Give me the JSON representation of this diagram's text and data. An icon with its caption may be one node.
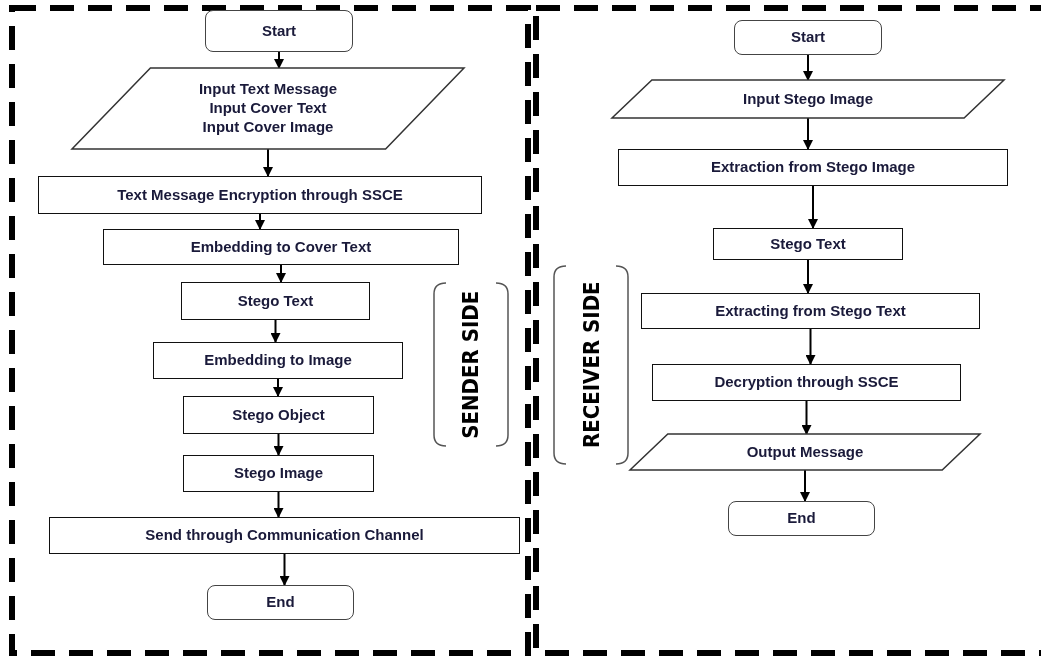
{
  "diagram": {
    "nodes": [
      {
        "text": [
          "Start"
        ]
      },
      {
        "text": [
          "Input Text Message",
          "Input Cover Text",
          "Input Cover Image"
        ]
      },
      {
        "text": [
          "Text Message Encryption through SSCE"
        ]
      },
      {
        "text": [
          "Embedding to Cover Text"
        ]
      },
      {
        "text": [
          "Stego Text"
        ]
      },
      {
        "text": [
          "Embedding to Image"
        ]
      },
      {
        "text": [
          "Stego Object"
        ]
      },
      {
        "text": [
          "Stego Image"
        ]
      },
      {
        "text": [
          "Send through Communication Channel"
        ]
      },
      {
        "text": [
          "End"
        ]
      },
      {
        "text": [
          "SENDER SIDE"
        ]
      },
      {
        "text": [
          "Start"
        ]
      },
      {
        "text": [
          "Input Stego Image"
        ]
      },
      {
        "text": [
          "Extraction from Stego Image"
        ]
      },
      {
        "text": [
          "Stego Text"
        ]
      },
      {
        "text": [
          "Extracting from Stego Text"
        ]
      },
      {
        "text": [
          "Decryption through SSCE"
        ]
      },
      {
        "text": [
          "Output Message"
        ]
      },
      {
        "text": [
          "End"
        ]
      },
      {
        "text": [
          "RECEIVER SIDE"
        ]
      }
    ],
    "edges": [
      {
        "from": 0,
        "to": 1,
        "arrow": "to"
      },
      {
        "from": 1,
        "to": 2,
        "arrow": "to"
      },
      {
        "from": 2,
        "to": 3,
        "arrow": "to"
      },
      {
        "from": 3,
        "to": 4,
        "arrow": "to"
      },
      {
        "from": 4,
        "to": 5,
        "arrow": "to"
      },
      {
        "from": 5,
        "to": 6,
        "arrow": "to"
      },
      {
        "from": 6,
        "to": 7,
        "arrow": "to"
      },
      {
        "from": 7,
        "to": 8,
        "arrow": "to"
      },
      {
        "from": 8,
        "to": 9,
        "arrow": "to"
      },
      {
        "from": 11,
        "to": 12,
        "arrow": "to"
      },
      {
        "from": 12,
        "to": 13,
        "arrow": "to"
      },
      {
        "from": 13,
        "to": 14,
        "arrow": "to"
      },
      {
        "from": 14,
        "to": 15,
        "arrow": "to"
      },
      {
        "from": 15,
        "to": 16,
        "arrow": "to"
      },
      {
        "from": 16,
        "to": 17,
        "arrow": "to"
      },
      {
        "from": 17,
        "to": 18,
        "arrow": "to"
      }
    ]
  }
}
